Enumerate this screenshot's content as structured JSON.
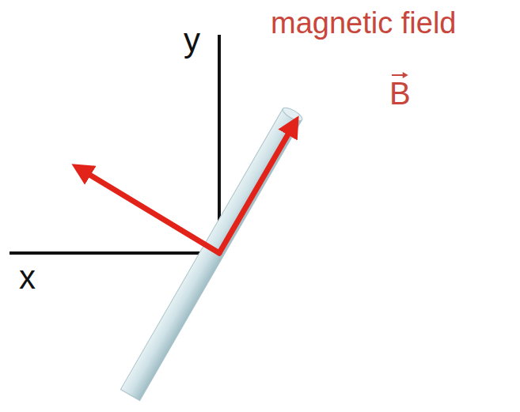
{
  "diagram": {
    "labels": [
      "y",
      "magnetic field",
      "B",
      "x"
    ]
  }
}
